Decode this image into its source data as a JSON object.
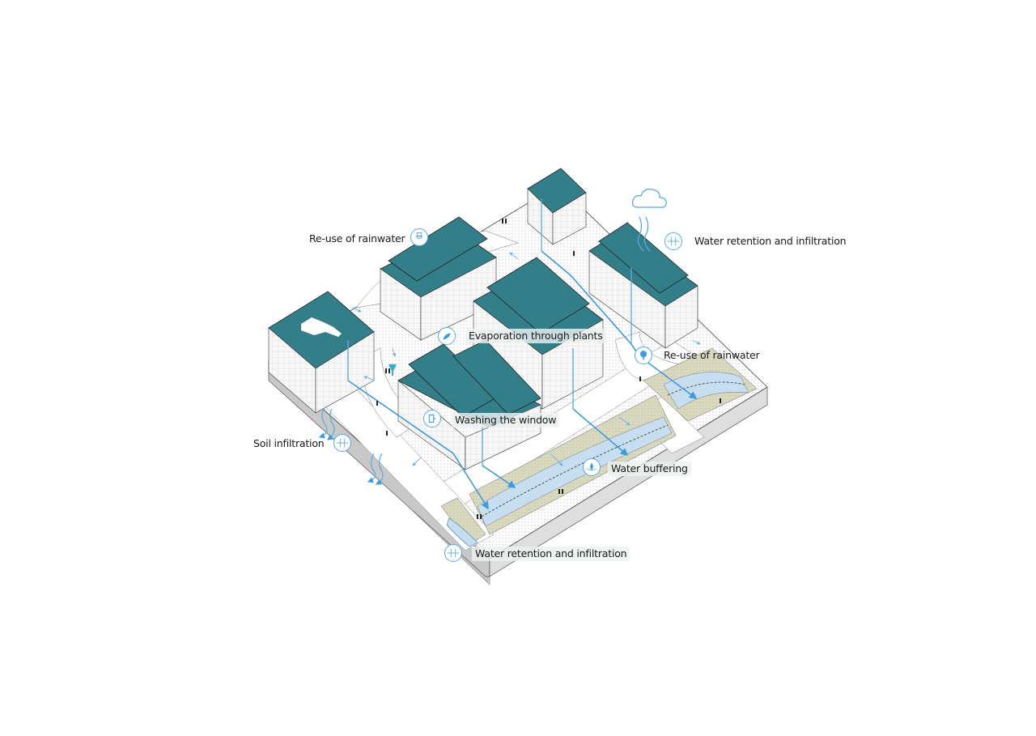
{
  "diagram": {
    "type": "isometric urban water management diagram",
    "colors": {
      "roof": "#327f8a",
      "facade": "#f4f4f4",
      "paving_dots": "#e9e9e9",
      "water": "#c6deef",
      "water_arrow": "#3d9ae0",
      "green_strip": "#d5d5ba",
      "base_side": "#cfcfcf",
      "icon_stroke": "#5aa9dd"
    },
    "labels": [
      {
        "id": "reuse-rainwater-top",
        "text": "Re-use of rainwater",
        "icon": "toilet-icon"
      },
      {
        "id": "water-retention-top",
        "text": "Water retention and infiltration",
        "icon": "infiltration-icon"
      },
      {
        "id": "evaporation-plants",
        "text": "Evaporation through plants",
        "icon": "leaf-evaporation-icon"
      },
      {
        "id": "reuse-rainwater-right",
        "text": "Re-use of rainwater",
        "icon": "tree-icon"
      },
      {
        "id": "washing-window",
        "text": "Washing the window",
        "icon": "window-washing-icon"
      },
      {
        "id": "soil-infiltration",
        "text": "Soil infiltration",
        "icon": "infiltration-icon"
      },
      {
        "id": "water-buffering",
        "text": "Water buffering",
        "icon": "water-drop-icon"
      },
      {
        "id": "water-retention-bottom",
        "text": "Water retention and infiltration",
        "icon": "infiltration-icon"
      }
    ]
  }
}
